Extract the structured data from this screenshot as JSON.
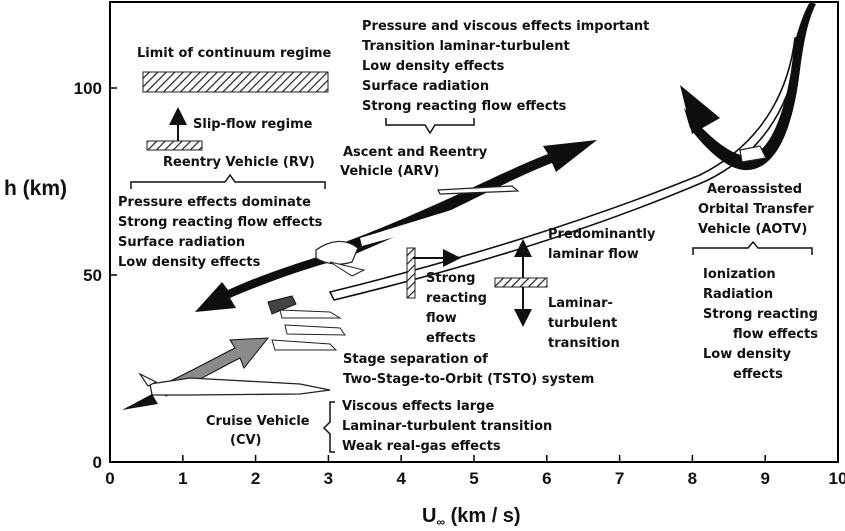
{
  "axes": {
    "x_label": "U∞ (km / s)",
    "y_label": "h (km)",
    "x_ticks": [
      "0",
      "1",
      "2",
      "3",
      "4",
      "5",
      "6",
      "7",
      "8",
      "9",
      "10"
    ],
    "y_ticks": [
      "0",
      "50",
      "100"
    ],
    "xlim": [
      0,
      10
    ],
    "ylim": [
      0,
      123
    ]
  },
  "annotations": {
    "continuum_limit": "Limit of continuum regime",
    "slip_flow": "Slip-flow regime",
    "rv_title": "Reentry Vehicle (RV)",
    "rv_effects": [
      "Pressure effects dominate",
      "Strong reacting flow effects",
      "Surface radiation",
      "Low density effects"
    ],
    "arv_effects": [
      "Pressure and viscous effects important",
      "Transition laminar-turbulent",
      "Low density effects",
      "Surface radiation",
      "Strong reacting flow effects"
    ],
    "arv_title": [
      "Ascent and Reentry",
      "Vehicle (ARV)"
    ],
    "strong_reacting": [
      "Strong",
      "reacting",
      "flow",
      "effects"
    ],
    "laminar_flow": [
      "Predominantly",
      "laminar flow"
    ],
    "lam_turb": [
      "Laminar-",
      "turbulent",
      "transition"
    ],
    "tsto": [
      "Stage separation of",
      "Two-Stage-to-Orbit (TSTO) system"
    ],
    "cv_title": [
      "Cruise Vehicle",
      "(CV)"
    ],
    "cv_effects": [
      "Viscous effects large",
      "Laminar-turbulent transition",
      "Weak real-gas effects"
    ],
    "aotv_title": [
      "Aeroassisted",
      "Orbital Transfer",
      "Vehicle (AOTV)"
    ],
    "aotv_effects": [
      "Ionization",
      "Radiation",
      "Strong reacting",
      "flow effects",
      "Low density",
      "effects"
    ]
  }
}
